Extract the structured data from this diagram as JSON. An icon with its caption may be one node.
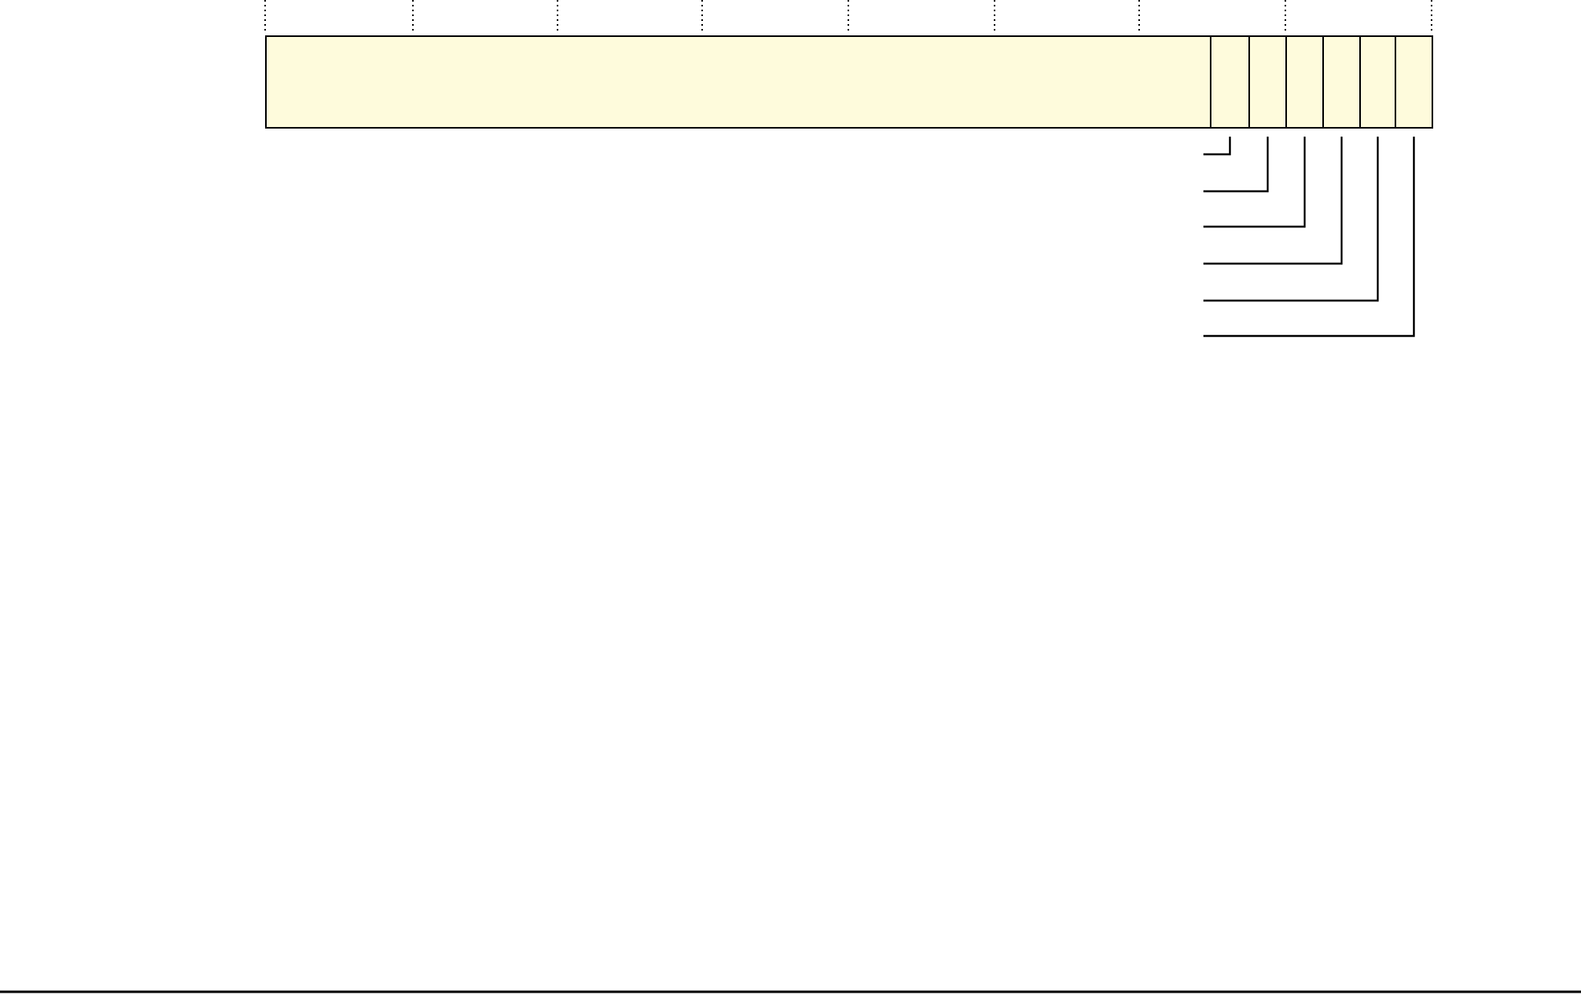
{
  "diagram": {
    "nodes": [
      {
        "text": [],
        "shape": "box"
      },
      {
        "text": [],
        "shape": "box"
      },
      {
        "text": [],
        "shape": "box"
      },
      {
        "text": [],
        "shape": "box"
      },
      {
        "text": [],
        "shape": "box"
      },
      {
        "text": [],
        "shape": "box"
      },
      {
        "text": [],
        "shape": "box"
      }
    ],
    "edges": [
      {
        "from": 1,
        "to": null,
        "arrow": "none"
      },
      {
        "from": 2,
        "to": null,
        "arrow": "none"
      },
      {
        "from": 3,
        "to": null,
        "arrow": "none"
      },
      {
        "from": 4,
        "to": null,
        "arrow": "none"
      },
      {
        "from": 5,
        "to": null,
        "arrow": "none"
      },
      {
        "from": 6,
        "to": null,
        "arrow": "none"
      }
    ]
  }
}
